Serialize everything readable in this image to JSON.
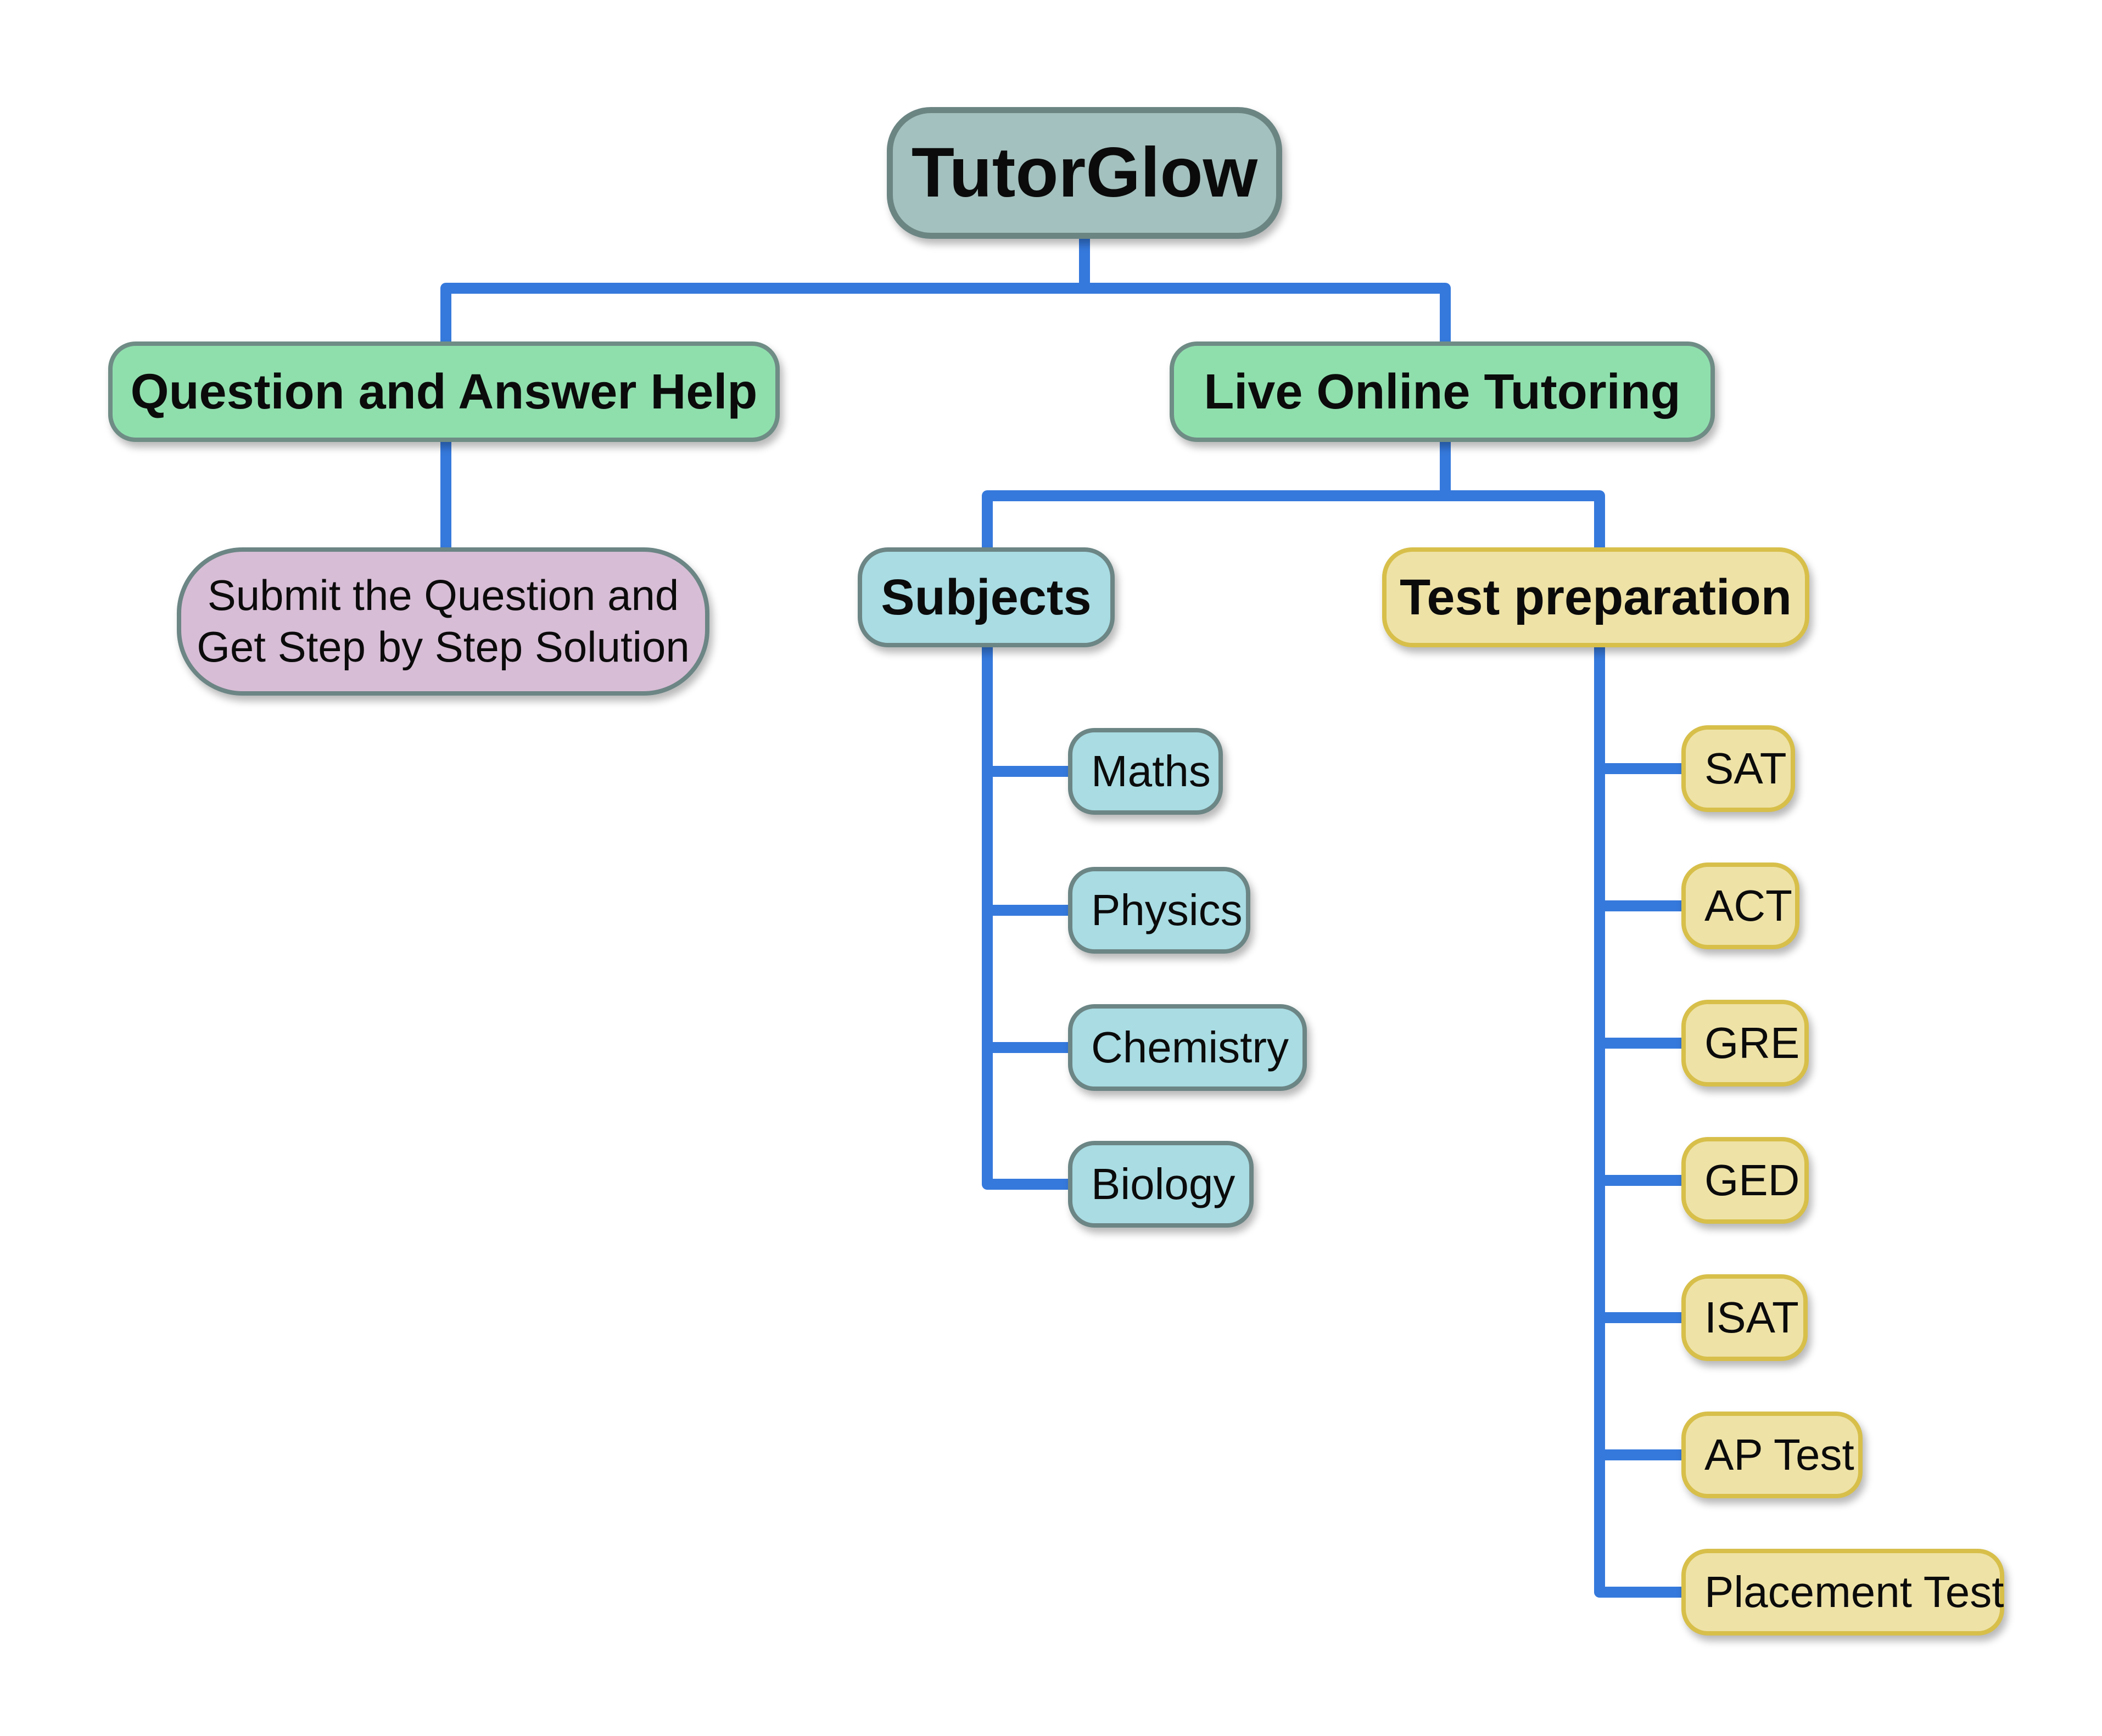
{
  "colors": {
    "connector": "#3579dc",
    "root_fill": "#a3c1be",
    "level1_fill": "#8fdfad",
    "qa_child_fill": "#d7bdd5",
    "subjects_fill": "#a9dce3",
    "test_fill": "#eee2a6",
    "test_border": "#d7bf4a",
    "node_border": "#6c8585"
  },
  "root": {
    "label": "TutorGlow"
  },
  "question_answer": {
    "label": "Question and Answer Help",
    "child": {
      "line1": "Submit the Question and",
      "line2": "Get Step by Step Solution"
    }
  },
  "live_tutoring": {
    "label": "Live Online Tutoring",
    "subjects": {
      "label": "Subjects",
      "items": [
        "Maths",
        "Physics",
        "Chemistry",
        "Biology"
      ]
    },
    "test_preparation": {
      "label": "Test preparation",
      "items": [
        "SAT",
        "ACT",
        "GRE",
        "GED",
        "ISAT",
        "AP Test",
        "Placement Test"
      ]
    }
  }
}
